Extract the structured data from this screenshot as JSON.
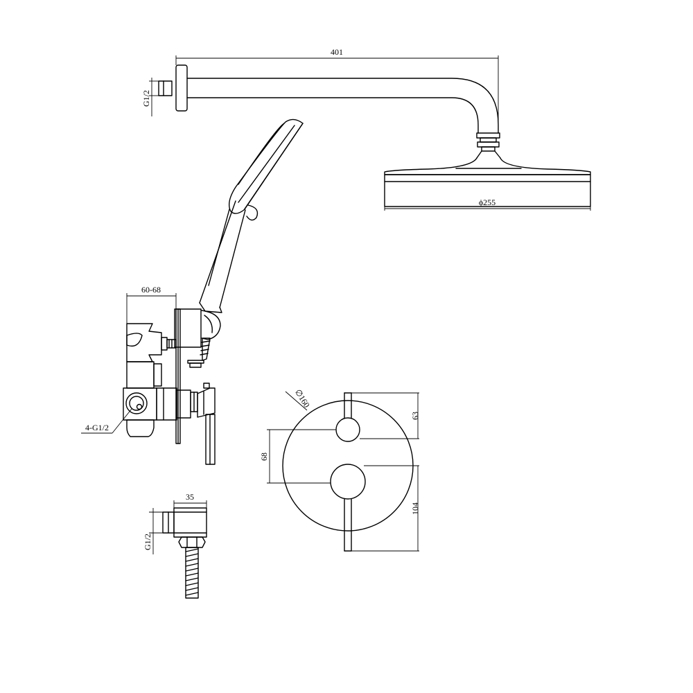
{
  "dimensions": {
    "arm_length": "401",
    "arm_thread": "G1/2",
    "head_diameter": "ϕ255",
    "valve_depth": "60-68",
    "valve_ports": "4-G1/2",
    "elbow_width": "35",
    "elbow_thread": "G1/2",
    "plate_diameter": "∅160",
    "handle_spacing": "68",
    "top_handle_height": "63",
    "bottom_handle_height": "104"
  },
  "colors": {
    "line": "#000000",
    "background": "#ffffff"
  }
}
